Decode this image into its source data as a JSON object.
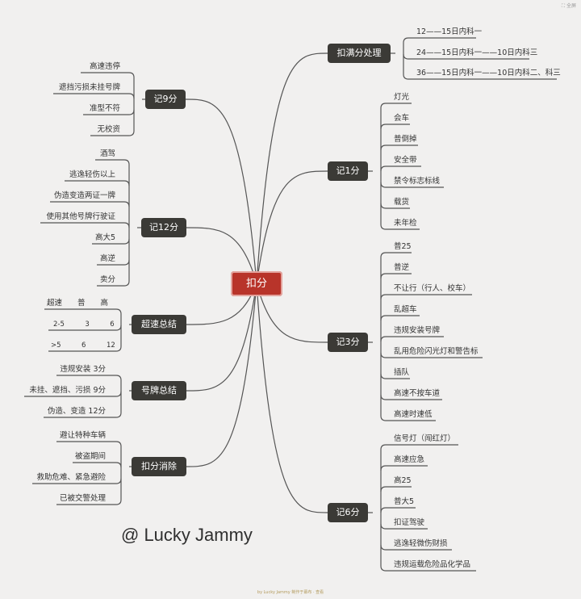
{
  "root": "扣分",
  "branches": {
    "kouman": {
      "label": "扣满分处理",
      "leaves": [
        "12——15日内科一",
        "24——15日内科一——10日内科三",
        "36——15日内科一——10日内科二、科三"
      ]
    },
    "ji1": {
      "label": "记1分",
      "leaves": [
        "灯光",
        "会车",
        "普倒掉",
        "安全带",
        "禁令标志标线",
        "载货",
        "未年检"
      ]
    },
    "ji3": {
      "label": "记3分",
      "leaves": [
        "普25",
        "普逆",
        "不让行（行人、校车）",
        "乱超车",
        "违规安装号牌",
        "乱用危险闪光灯和警告标",
        "插队",
        "高速不按车道",
        "高速时速低"
      ]
    },
    "ji6": {
      "label": "记6分",
      "leaves": [
        "信号灯（闯红灯）",
        "高速应急",
        "高25",
        "普大5",
        "扣证驾驶",
        "逃逸轻微伤财损",
        "违规运载危险品化学品"
      ]
    },
    "ji9": {
      "label": "记9分",
      "leaves": [
        "高速违停",
        "遮挡污损未挂号牌",
        "准型不符",
        "无校资"
      ]
    },
    "ji12": {
      "label": "记12分",
      "leaves": [
        "酒驾",
        "逃逸轻伤以上",
        "伪造变造两证一牌",
        "使用其他号牌行驶证",
        "高大5",
        "高逆",
        "卖分"
      ]
    },
    "chaosu": {
      "label": "超速总结",
      "leaves": [
        "超速　　普　　高",
        "2-5　　　3　　　6",
        ">5　　　6　　　12"
      ]
    },
    "haopai": {
      "label": "号牌总结",
      "leaves": [
        "违规安装  3分",
        "未挂、遮挡、污损  9分",
        "伪造、变造  12分"
      ]
    },
    "xiaochu": {
      "label": "扣分消除",
      "leaves": [
        "避让特种车辆",
        "被盗期间",
        "救助危难、紧急避险",
        "已被交警处理"
      ]
    }
  },
  "watermark": "@ Lucky Jammy",
  "footer": "by Lucky Jammy 制作于幕布 · 查看",
  "corner_label": "全屏",
  "colors": {
    "background": "#f1f0ef",
    "node": "#3b3a36",
    "root": "#b8342a",
    "line": "#555555"
  }
}
